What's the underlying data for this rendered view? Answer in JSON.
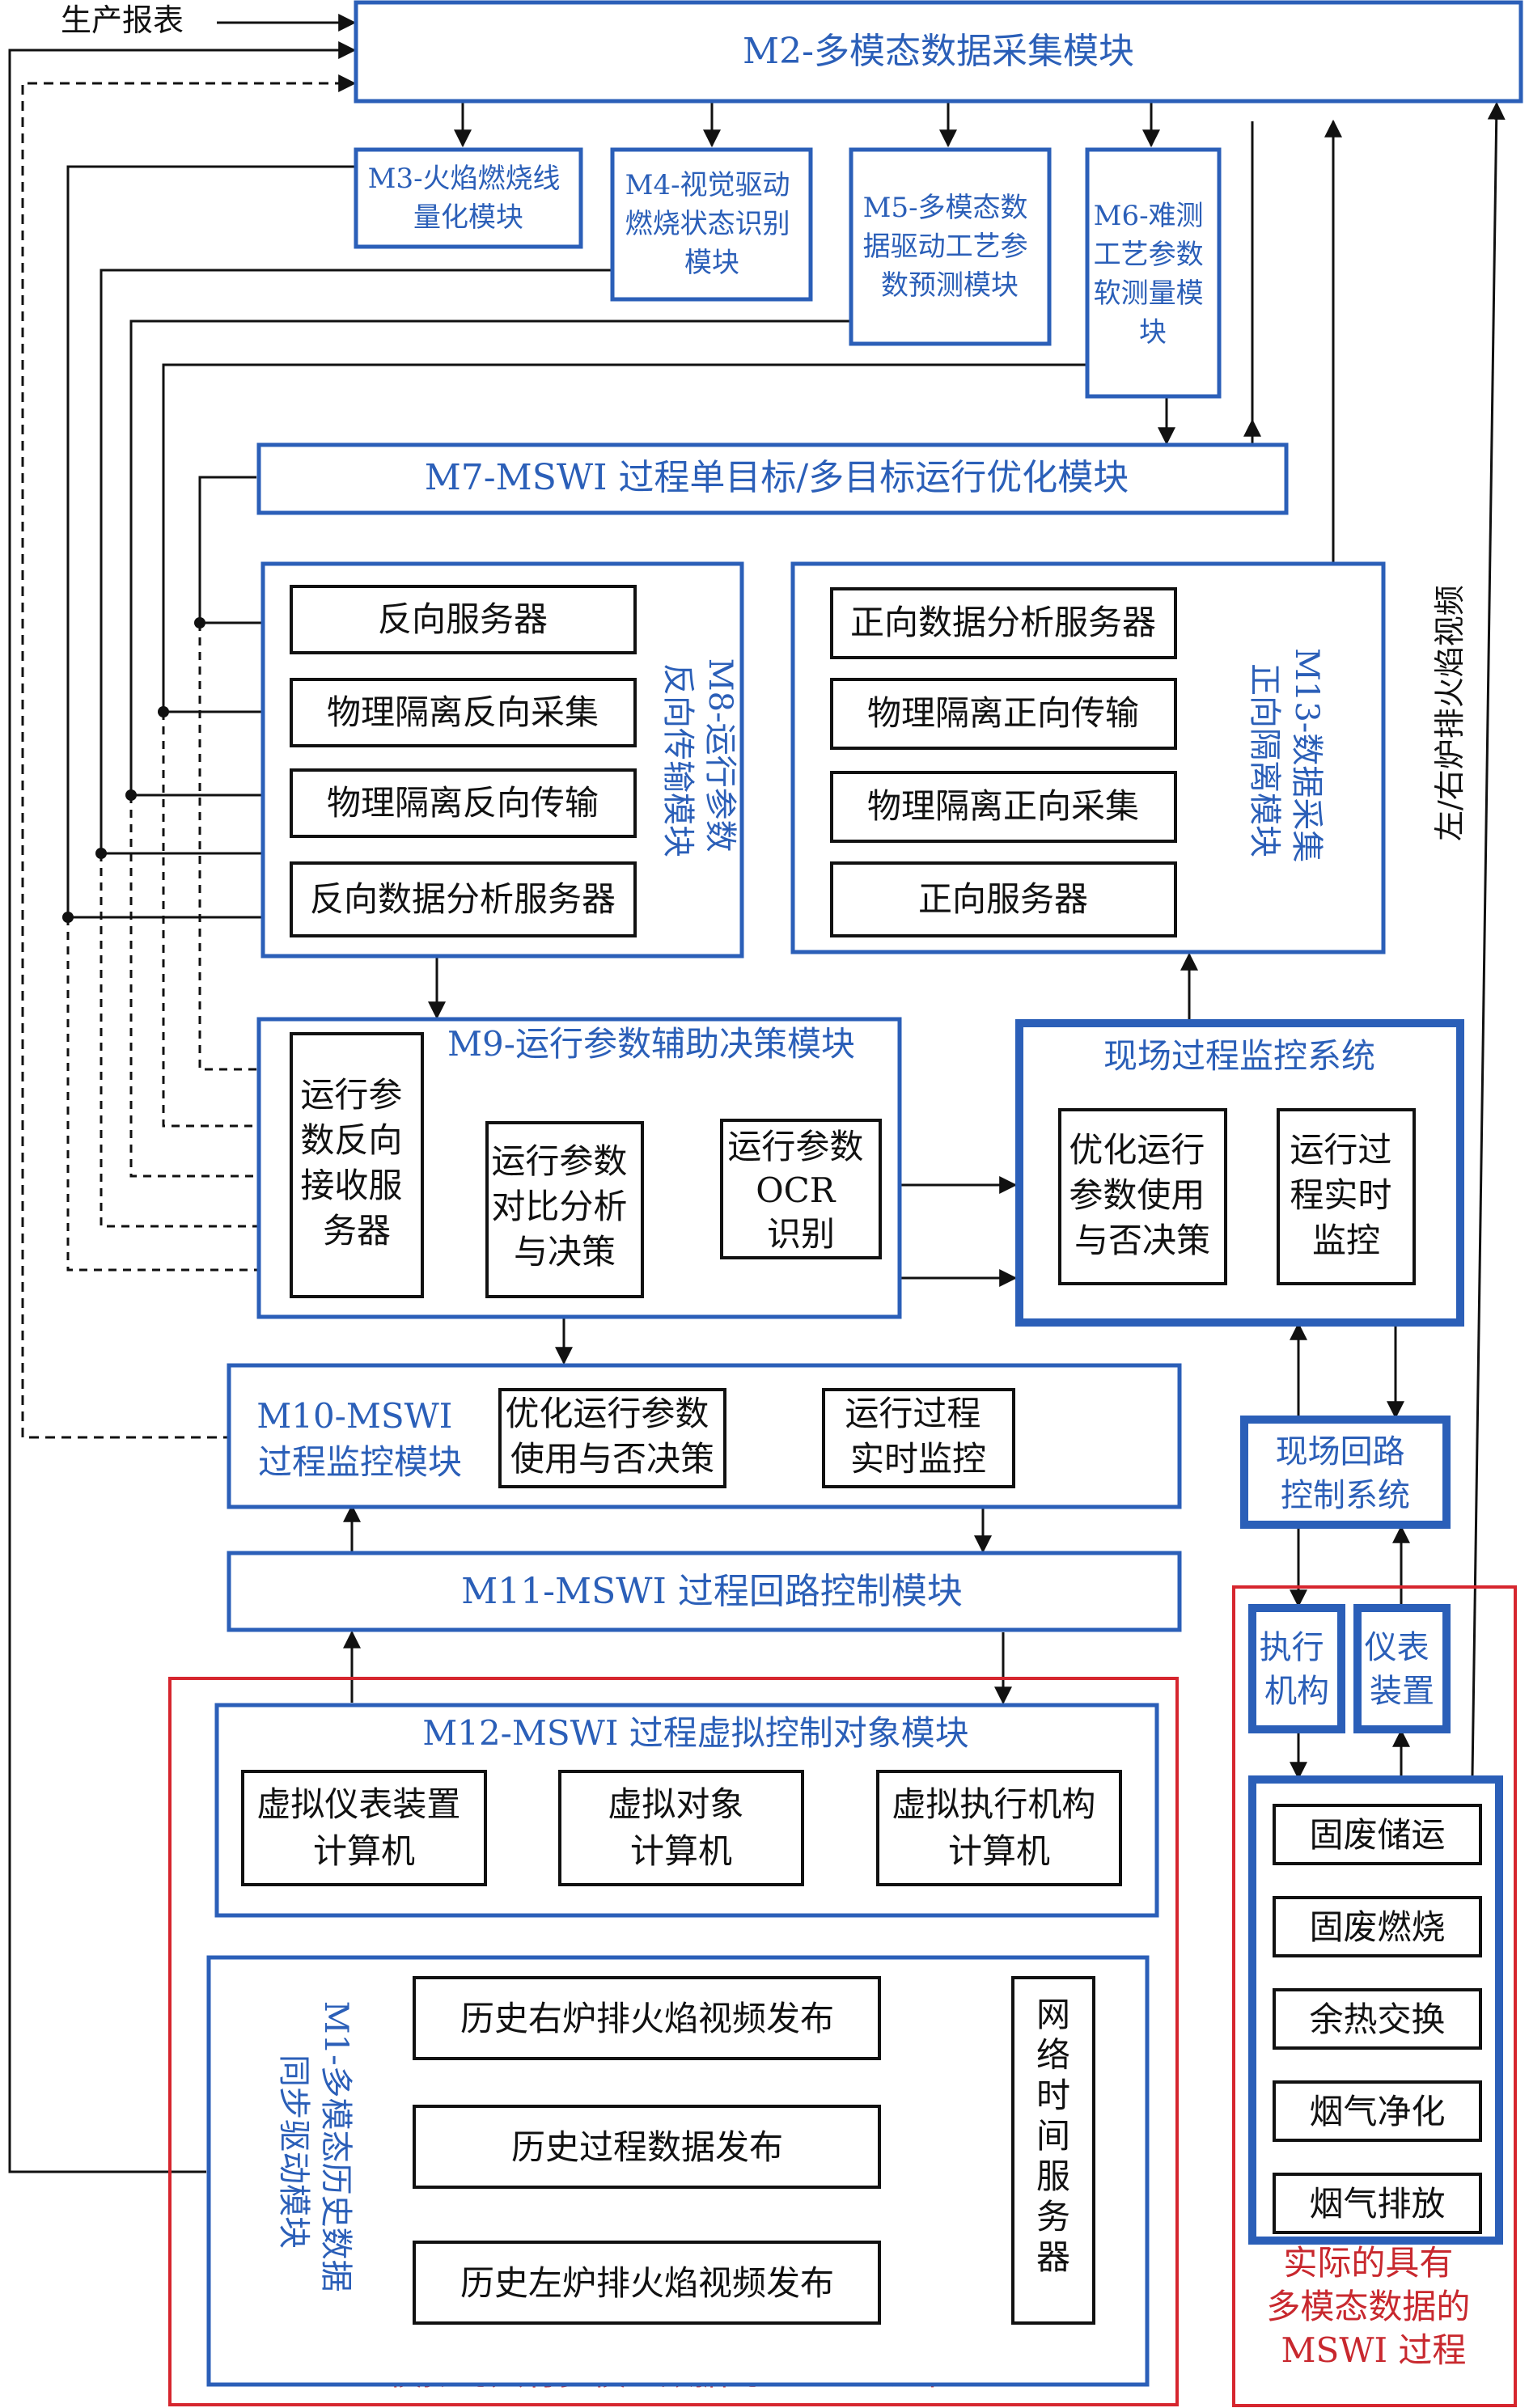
{
  "inputs": {
    "production_report": "生产报表",
    "flame_video_lr": "左/右炉排火焰视频"
  },
  "modules": {
    "m1": {
      "title_lines": [
        "M1-多模态历史数据",
        "同步驱动模块"
      ],
      "items": [
        "历史右炉排火焰视频发布",
        "历史过程数据发布",
        "历史左炉排火焰视频发布"
      ],
      "time_server": "网络时间服务器"
    },
    "m2": {
      "title": "M2-多模态数据采集模块"
    },
    "m3": {
      "title_lines": [
        "M3-火焰燃烧线",
        "量化模块"
      ]
    },
    "m4": {
      "title_lines": [
        "M4-视觉驱动",
        "燃烧状态识别",
        "模块"
      ]
    },
    "m5": {
      "title_lines": [
        "M5-多模态数",
        "据驱动工艺参",
        "数预测模块"
      ]
    },
    "m6": {
      "title_lines": [
        "M6-难测",
        "工艺参数",
        "软测量模",
        "块"
      ]
    },
    "m7": {
      "title": "M7-MSWI 过程单目标/多目标运行优化模块"
    },
    "m8": {
      "title_lines": [
        "M8-运行参数",
        "反向传输模块"
      ],
      "items": [
        "反向服务器",
        "物理隔离反向采集",
        "物理隔离反向传输",
        "反向数据分析服务器"
      ]
    },
    "m9": {
      "title": "M9-运行参数辅助决策模块",
      "receive_server": [
        "运行参",
        "数反向",
        "接收服",
        "务器"
      ],
      "compare": [
        "运行参数",
        "对比分析",
        "与决策"
      ],
      "ocr": [
        "运行参数",
        "OCR",
        "识别"
      ]
    },
    "m10": {
      "title_lines": [
        "M10-MSWI",
        "过程监控模块"
      ],
      "decision": [
        "优化运行参数",
        "使用与否决策"
      ],
      "monitor": [
        "运行过程",
        "实时监控"
      ]
    },
    "m11": {
      "title": "M11-MSWI 过程回路控制模块"
    },
    "m12": {
      "title": "M12-MSWI 过程虚拟控制对象模块",
      "instrument": [
        "虚拟仪表装置",
        "计算机"
      ],
      "object": [
        "虚拟对象",
        "计算机"
      ],
      "actuator": [
        "虚拟执行机构",
        "计算机"
      ]
    },
    "m13": {
      "title_lines": [
        "M13-数据采集",
        "正向隔离模块"
      ],
      "items": [
        "正向数据分析服务器",
        "物理隔离正向传输",
        "物理隔离正向采集",
        "正向服务器"
      ]
    }
  },
  "field": {
    "monitoring_system": {
      "title": "现场过程监控系统",
      "decision": [
        "优化运行",
        "参数使用",
        "与否决策"
      ],
      "monitor": [
        "运行过",
        "程实时",
        "监控"
      ]
    },
    "loop_control": [
      "现场回路",
      "控制系统"
    ],
    "actuator": [
      "执行",
      "机构"
    ],
    "instrument": [
      "仪表",
      "装置"
    ],
    "process_steps": [
      "固废储运",
      "固废燃烧",
      "余热交换",
      "烟气净化",
      "烟气排放"
    ]
  },
  "regions": {
    "simulated": "模拟的具有多模态数据的 MSWI 过程",
    "actual": [
      "实际的具有",
      "多模态数据的",
      "MSWI 过程"
    ]
  },
  "colors": {
    "module_border": "#2b5fb8",
    "module_text": "#2b5fb8",
    "region_border": "#d6262e",
    "box_border": "#111111"
  }
}
